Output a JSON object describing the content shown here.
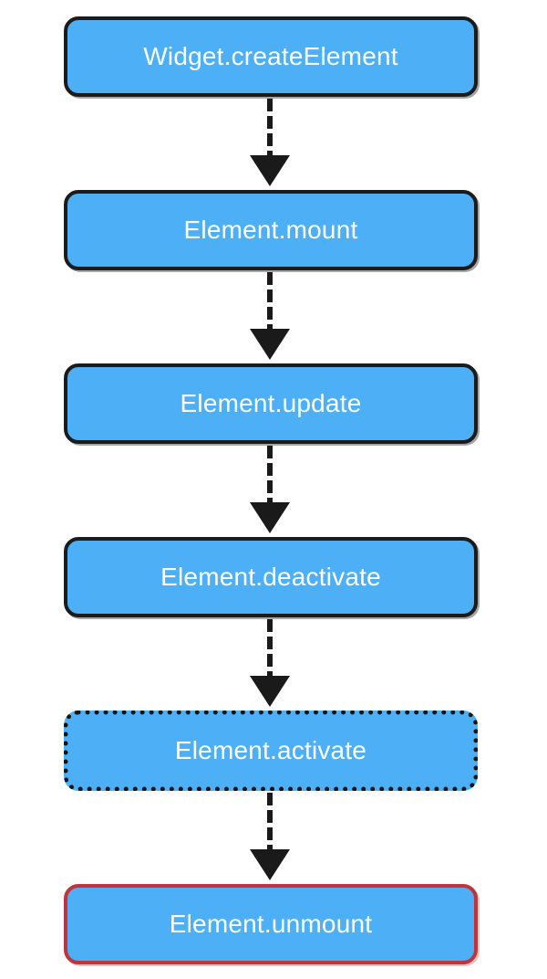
{
  "colors": {
    "box_fill": "#4db0f6",
    "box_border": "#1b1b1b",
    "final_border": "#c0343d",
    "text": "#ffffff",
    "arrow": "#1a1a1a"
  },
  "nodes": [
    {
      "id": "create-element",
      "label": "Widget.createElement",
      "border_style": "solid"
    },
    {
      "id": "mount",
      "label": "Element.mount",
      "border_style": "solid"
    },
    {
      "id": "update",
      "label": "Element.update",
      "border_style": "solid"
    },
    {
      "id": "deactivate",
      "label": "Element.deactivate",
      "border_style": "solid"
    },
    {
      "id": "activate",
      "label": "Element.activate",
      "border_style": "dotted"
    },
    {
      "id": "unmount",
      "label": "Element.unmount",
      "border_style": "solid-red"
    }
  ],
  "edges": [
    {
      "from": "create-element",
      "to": "mount",
      "icon": "down-arrow-icon"
    },
    {
      "from": "mount",
      "to": "update",
      "icon": "down-arrow-icon"
    },
    {
      "from": "update",
      "to": "deactivate",
      "icon": "down-arrow-icon"
    },
    {
      "from": "deactivate",
      "to": "activate",
      "icon": "down-arrow-icon"
    },
    {
      "from": "activate",
      "to": "unmount",
      "icon": "down-arrow-icon"
    }
  ]
}
